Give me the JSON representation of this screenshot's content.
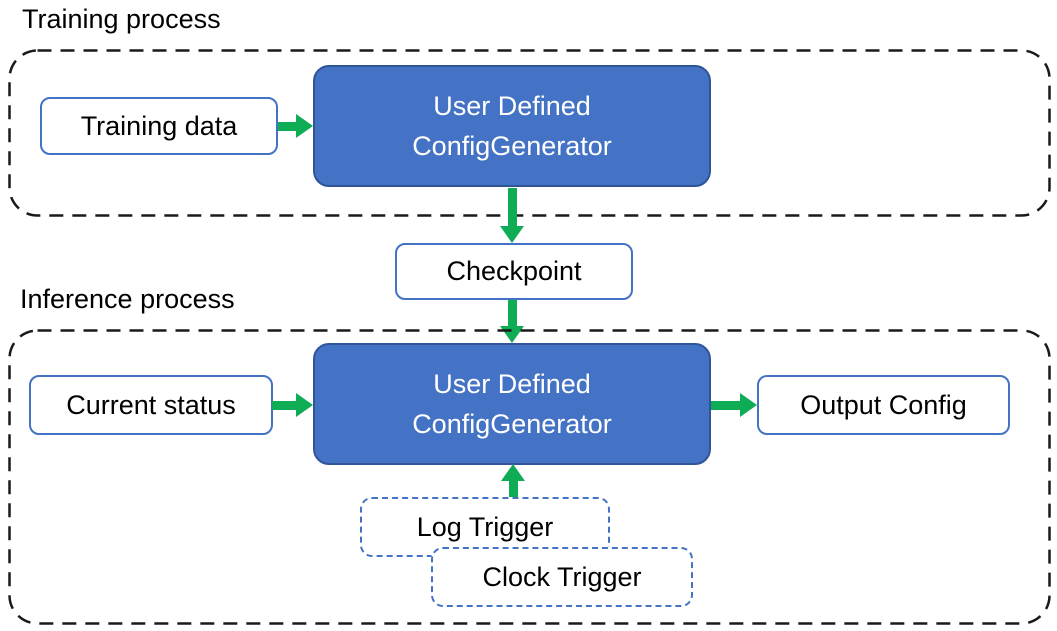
{
  "colors": {
    "node_fill_blue": "#4472C4",
    "node_border_dark_blue": "#2F5597",
    "outline_blue": "#4472C4",
    "arrow_green": "#0FAC56",
    "container_dash": "#1A1A1A",
    "text_dark": "#000000",
    "text_light": "#FFFFFF"
  },
  "training_process": {
    "label": "Training process",
    "training_data_box": "Training data",
    "generator_box": {
      "line1": "User Defined",
      "line2": "ConfigGenerator"
    }
  },
  "checkpoint_box": "Checkpoint",
  "inference_process": {
    "label": "Inference process",
    "current_status_box": "Current status",
    "generator_box": {
      "line1": "User Defined",
      "line2": "ConfigGenerator"
    },
    "output_config_box": "Output Config",
    "log_trigger_box": "Log Trigger",
    "clock_trigger_box": "Clock Trigger"
  }
}
